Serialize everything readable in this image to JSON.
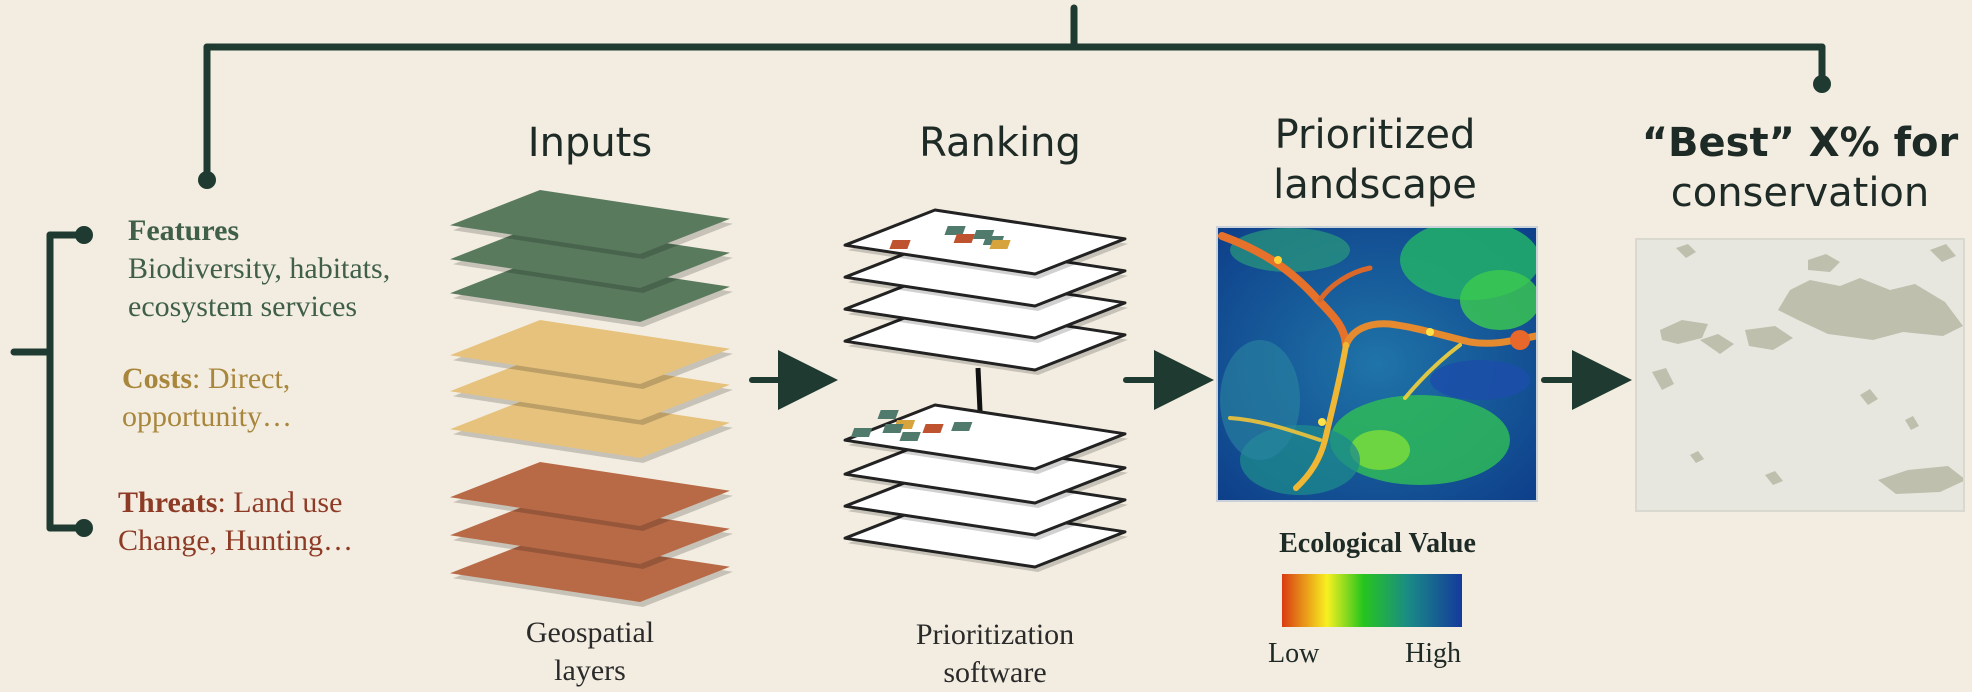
{
  "colors": {
    "background": "#f3ede1",
    "connector": "#1f3a30",
    "features": "#5a7a5e",
    "costs": "#e6c27d",
    "threats": "#b86a47",
    "best_pixels": "#bfbfae",
    "best_background": "#e7e7df"
  },
  "left_panel": {
    "features": {
      "heading": "Features",
      "text_line1": "Biodiversity, habitats,",
      "text_line2": "ecosystem services"
    },
    "costs": {
      "heading": "Costs",
      "text_line1": ": Direct,",
      "text_line2": "opportunity…"
    },
    "threats": {
      "heading": "Threats",
      "text_line1": ": Land use",
      "text_line2": "Change, Hunting…"
    }
  },
  "stages": {
    "inputs": {
      "title": "Inputs",
      "caption_line1": "Geospatial",
      "caption_line2": "layers"
    },
    "ranking": {
      "title": "Ranking",
      "caption_line1": "Prioritization",
      "caption_line2": "software"
    },
    "prioritized": {
      "title_line1": "Prioritized",
      "title_line2": "landscape"
    },
    "best": {
      "title_line1": "“Best” X% for",
      "title_line2": "conservation"
    }
  },
  "legend": {
    "title": "Ecological Value",
    "low": "Low",
    "high": "High"
  }
}
